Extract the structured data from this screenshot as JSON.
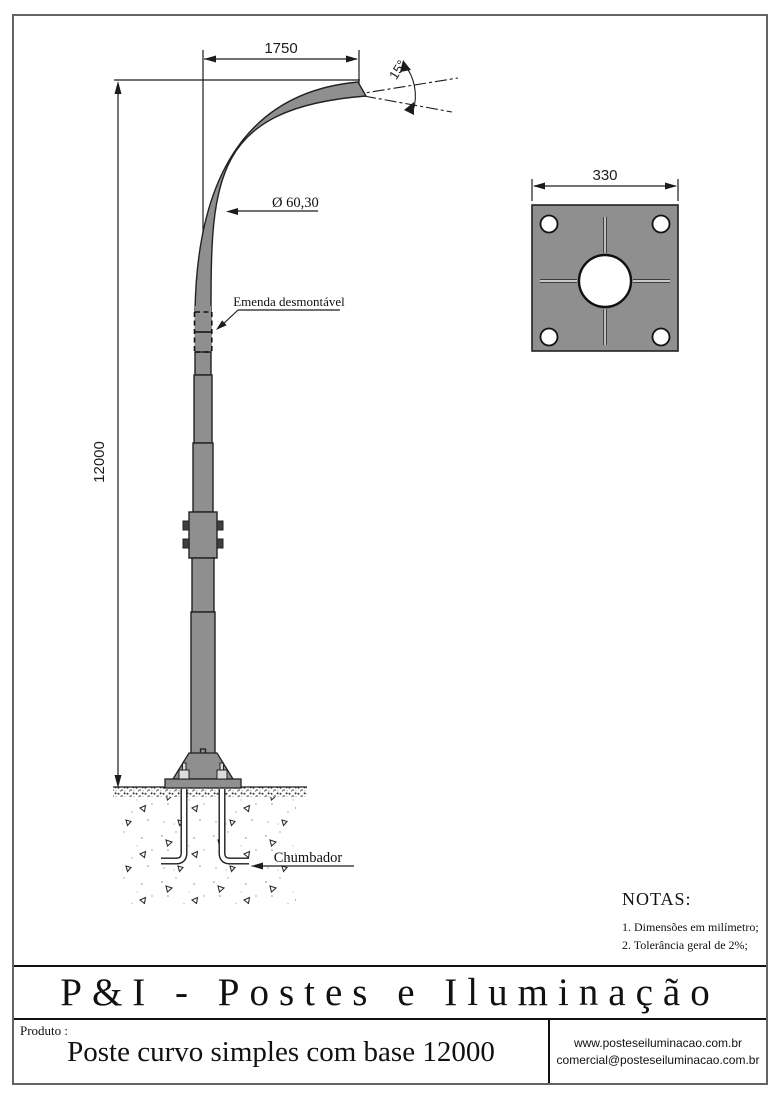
{
  "drawing": {
    "view_names": {
      "elevation": "pole-elevation",
      "plate_top_view": "base-plate-top-view"
    },
    "dims": {
      "arm_reach": "1750",
      "tip_angle": "15°",
      "tube_diameter": "Ø 60,30",
      "pole_height": "12000",
      "plate_width": "330"
    },
    "labels": {
      "joint": "Emenda desmontável",
      "anchor": "Chumbador"
    },
    "colors": {
      "steel_gray": "#8f8f8f",
      "line": "#1c1c1c",
      "frame_gray": "#636363",
      "bolt_dark": "#3f3f3f"
    }
  },
  "notes": {
    "title": "NOTAS:",
    "items": [
      "1. Dimensões em milímetro;",
      "2. Tolerância geral de 2%;"
    ]
  },
  "title_block": {
    "company": "P&I - Postes e Iluminação",
    "product_label": "Produto :",
    "product_name": "Poste curvo simples com base 12000",
    "website": "www.posteseiluminacao.com.br",
    "email": "comercial@posteseiluminacao.com.br"
  }
}
